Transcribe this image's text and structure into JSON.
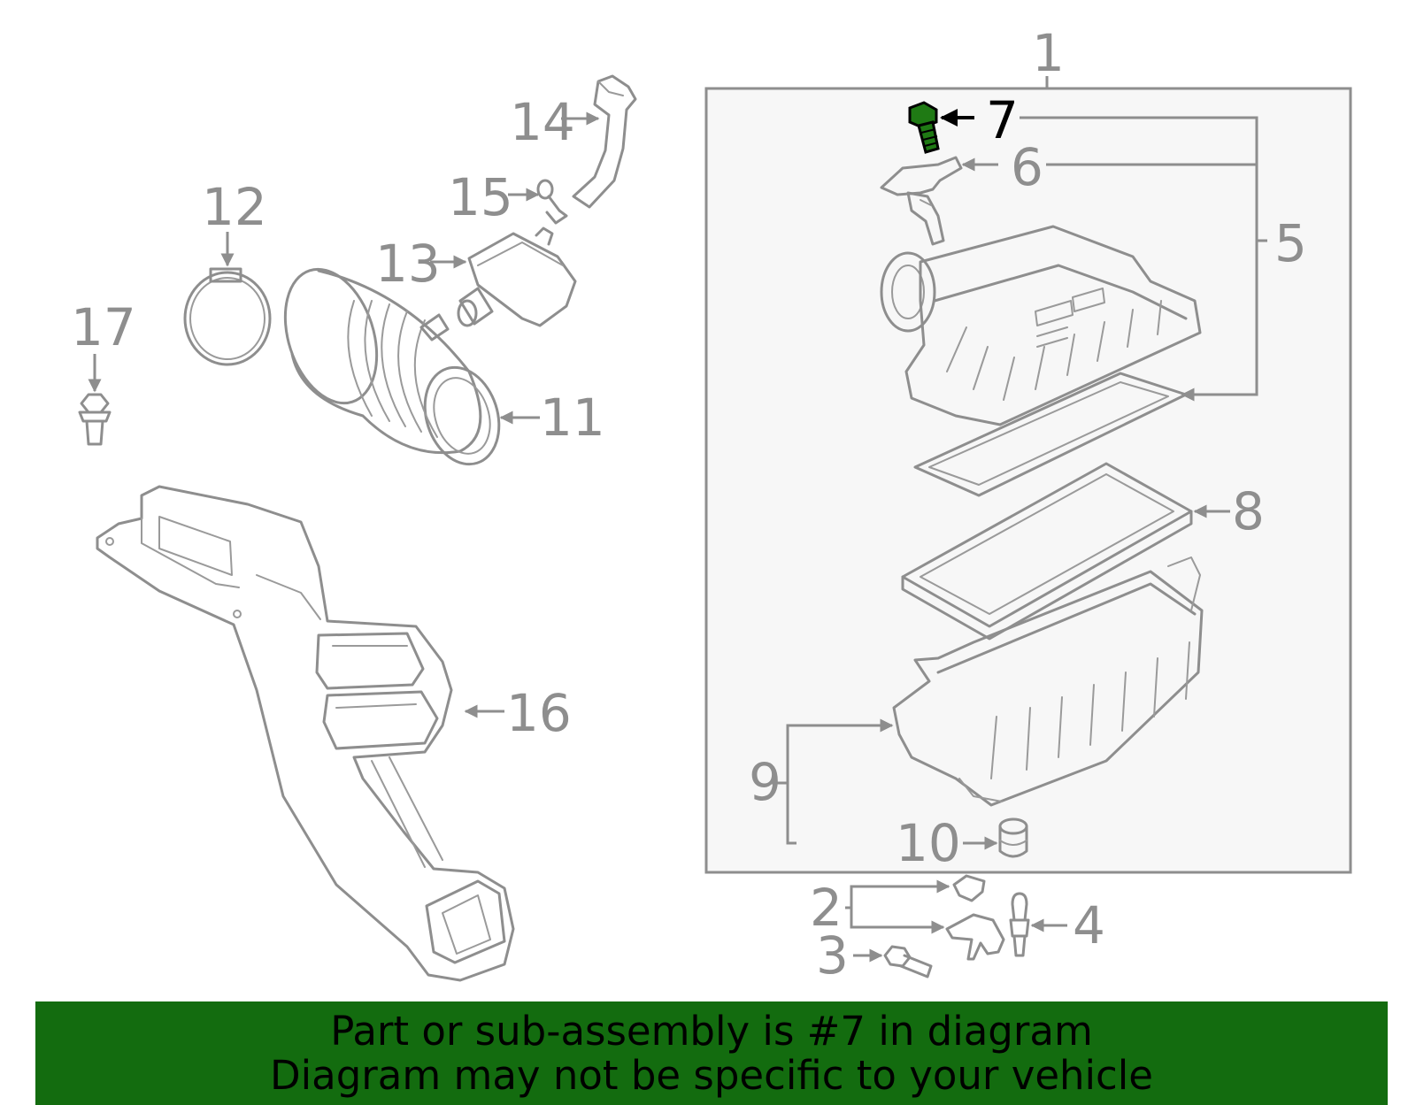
{
  "highlight_color": "#1f7a14",
  "banner_color": "#136c0f",
  "callouts": {
    "c1": "1",
    "c2": "2",
    "c3": "3",
    "c4": "4",
    "c5": "5",
    "c6": "6",
    "c7": "7",
    "c8": "8",
    "c9": "9",
    "c10": "10",
    "c11": "11",
    "c12": "12",
    "c13": "13",
    "c14": "14",
    "c15": "15",
    "c16": "16",
    "c17": "17"
  },
  "banner": {
    "line1": "Part or sub-assembly is #7 in diagram",
    "line2": "Diagram may not be specific to your vehicle"
  }
}
